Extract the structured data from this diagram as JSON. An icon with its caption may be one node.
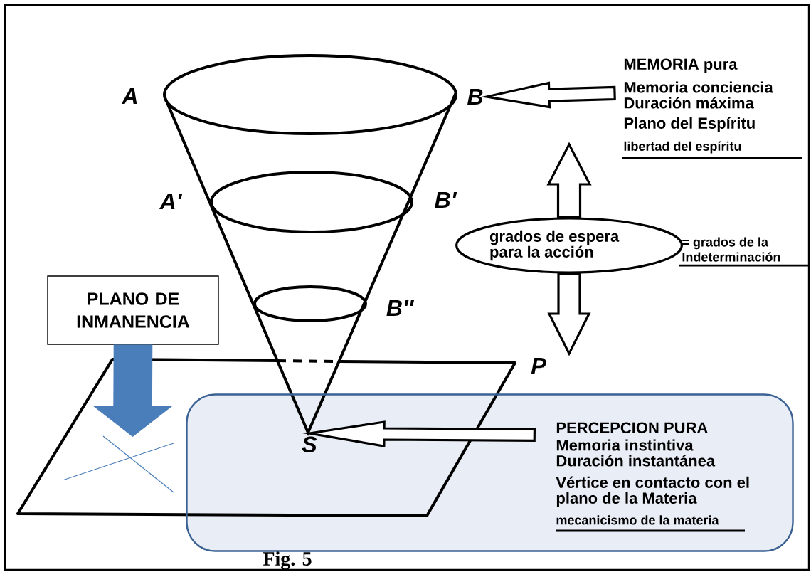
{
  "diagram": {
    "nodes": [
      {
        "text": [
          "PLANO DE INMANENCIA"
        ]
      },
      {
        "text": [],
        "shape": "parallelogram"
      },
      {
        "text": [
          "grados de espera para la acción"
        ],
        "beside": [
          "= grados de la Indeterminación"
        ]
      },
      {
        "text": [
          "MEMORIA pura",
          "Memoria conciencia Duración máxima",
          "Plano del Espíritu",
          "libertad del espíritu"
        ]
      },
      {
        "text": [
          "B"
        ]
      },
      {
        "text": [
          "PERCEPCION PURA",
          "Memoria instintiva Duración instantánea",
          "Vértice en contacto con el plano de la Materia",
          "mecanicismo de la materia"
        ]
      },
      {
        "text": [
          "S"
        ]
      }
    ],
    "edges": [
      {
        "from": 0,
        "to": 1,
        "arrow": "to",
        "style": "thick",
        "color": "#4a7ebb"
      },
      {
        "from": 3,
        "to": 4,
        "arrow": "to"
      },
      {
        "from": 5,
        "to": 6,
        "arrow": "to"
      },
      {
        "from": 2,
        "to": null,
        "arrow": "to"
      },
      {
        "from": 2,
        "to": null,
        "arrow": "to"
      }
    ],
    "labels": [
      "A",
      "A'",
      "B'",
      "B''",
      "P",
      "Fig. 5"
    ]
  }
}
